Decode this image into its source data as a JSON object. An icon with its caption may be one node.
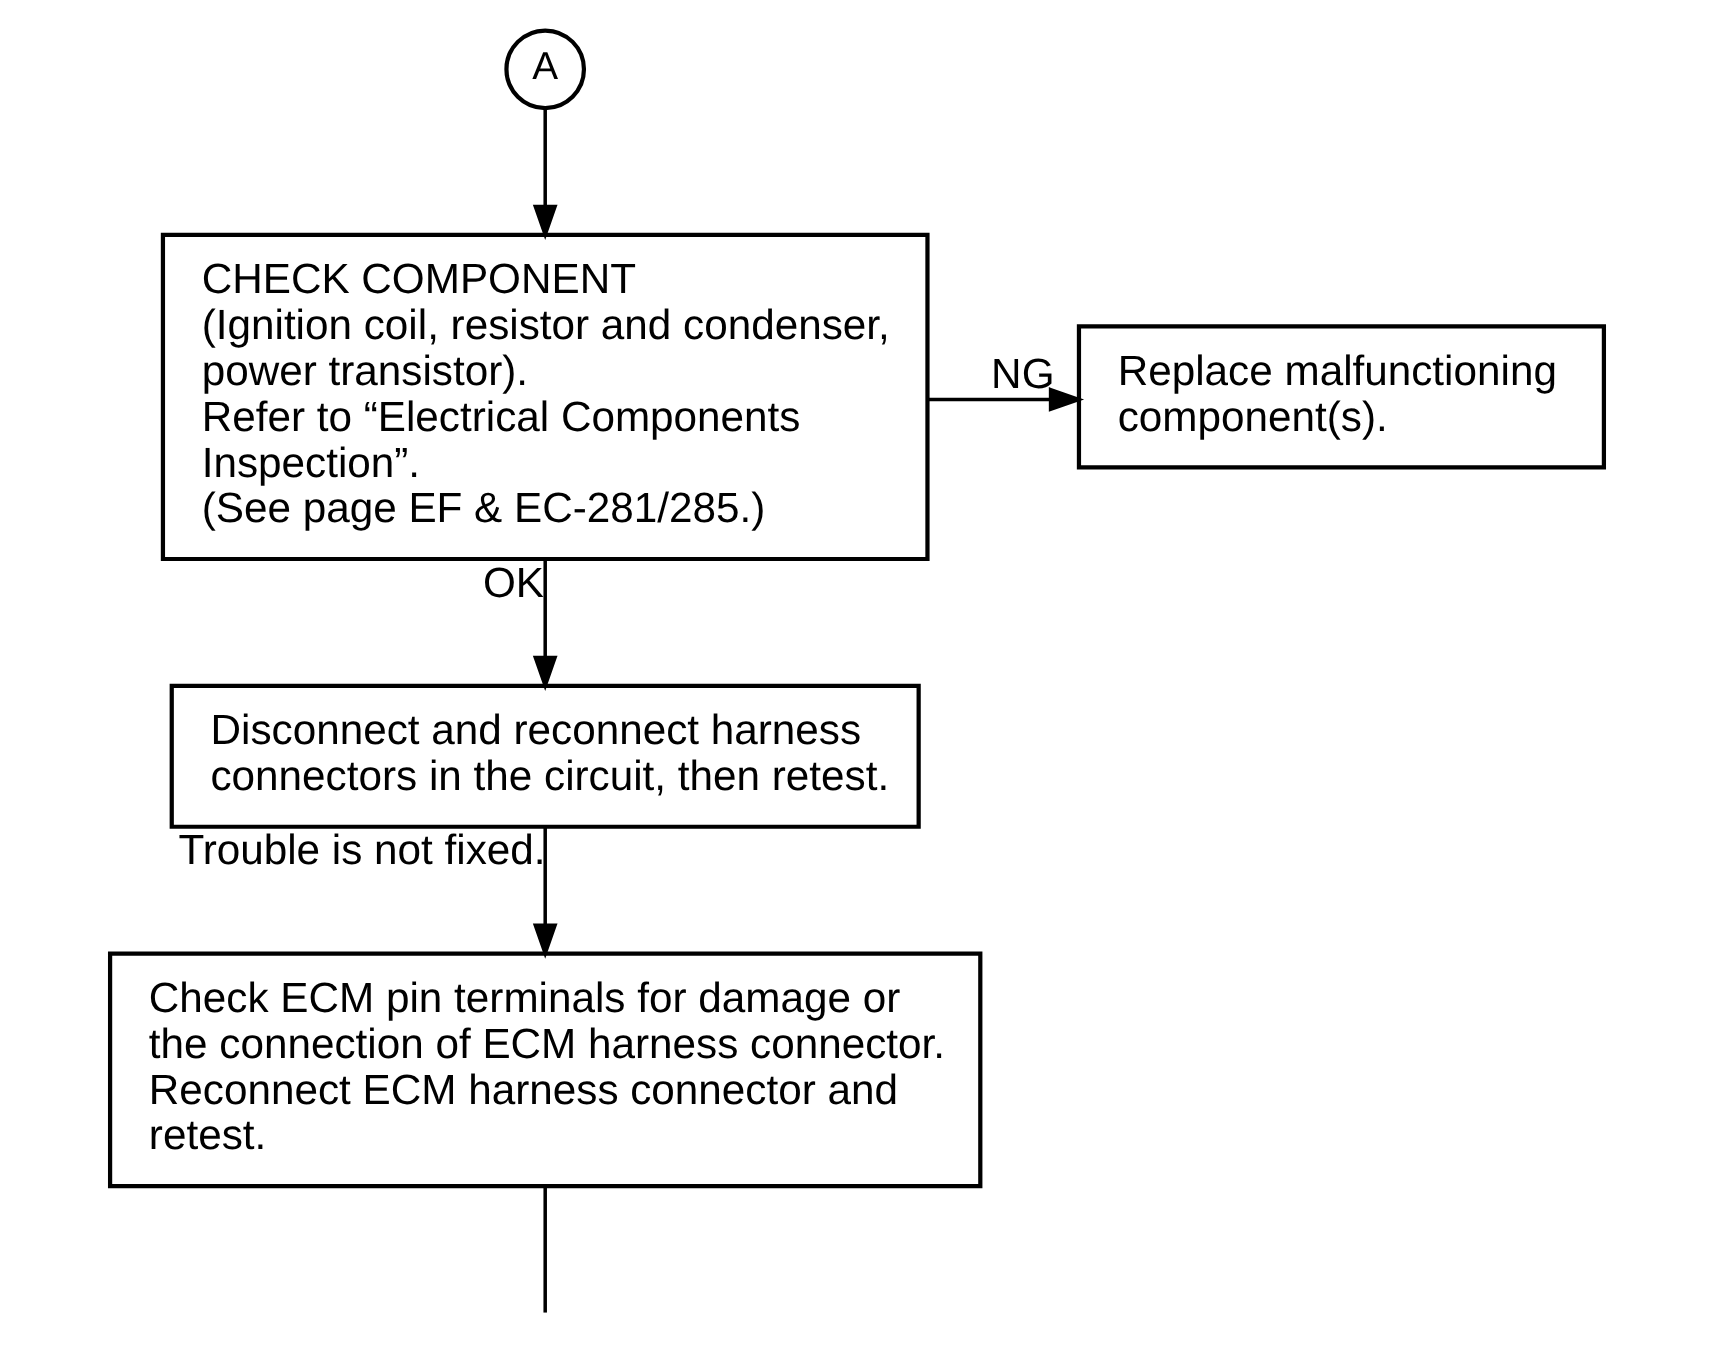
{
  "diagram": {
    "nodes": [
      {
        "text": [
          "A"
        ]
      },
      {
        "text": [
          "CHECK COMPONENT",
          "(Ignition coil, resistor and condenser, power transistor).",
          "Refer to “Electrical Components Inspection”.",
          "(See page EF & EC-281/285.)"
        ]
      },
      {
        "text": [
          "Replace malfunctioning component(s)."
        ]
      },
      {
        "text": [
          "Disconnect and reconnect harness connectors in the circuit, then retest."
        ]
      },
      {
        "text": [
          "Check ECM pin terminals for damage or the connection of ECM harness connector. Reconnect ECM harness connector and retest."
        ]
      }
    ],
    "edges": [
      {
        "from": 0,
        "to": 1,
        "arrow": "to"
      },
      {
        "from": 1,
        "to": 2,
        "arrow": "to",
        "label": "NG"
      },
      {
        "from": 1,
        "to": 3,
        "arrow": "to",
        "label": "OK"
      },
      {
        "from": 3,
        "to": 4,
        "arrow": "to",
        "label": "Trouble is not fixed."
      },
      {
        "from": 4,
        "to": null,
        "arrow": "none"
      }
    ]
  }
}
